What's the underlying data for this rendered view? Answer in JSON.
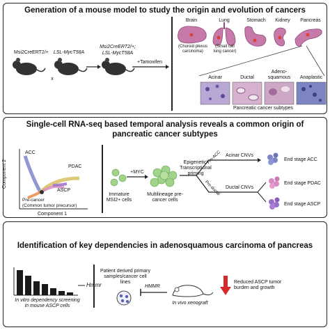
{
  "panel1": {
    "title": "Generation of a mouse model to study the origin and evolution of cancers",
    "mouse1": "Msi2CreERT2/+",
    "mouse2": "LSL-MycT58A",
    "times": "x",
    "mouse3a": "Msi2CreERT2/+;",
    "mouse3b": "LSL-MycT58A",
    "tamoxifen": "+Tamoxifen",
    "organs": [
      {
        "name": "Brain",
        "note": "(Choroid plexus\ncarcinoma)"
      },
      {
        "name": "Lung",
        "note": "(Small cell\nlung cancer)"
      },
      {
        "name": "Stomach",
        "note": ""
      },
      {
        "name": "Kidney",
        "note": ""
      },
      {
        "name": "Pancreas",
        "note": ""
      }
    ],
    "subtypes": [
      "Acinar",
      "Ductal",
      "Adeno-\nsquamous",
      "Anaplastic"
    ],
    "subtypes_caption": "Pancreatic cancer subtypes"
  },
  "panel2": {
    "title_line1": "Single-cell RNA-seq based temporal analysis reveals a common origin of",
    "title_line2": "pancreatic cancer subtypes",
    "plot": {
      "ylabel": "Component 2",
      "xlabel": "Component 1",
      "labels": [
        "ACC",
        "PDAC",
        "ASCP",
        "Pre-cancer\n(Common tumor precursor)"
      ]
    },
    "myc": "+MYC",
    "immature": "Immature\nMSI2+ cells",
    "multilineage": "Multilineage pre-\ncancer cells",
    "priming": "Epigenetic/\nTranscriptional\npriming",
    "pre_acc": "Pre-ACC",
    "pre_ductal": "Pre-ductal",
    "acinar_cnvs": "Acinar CNVs",
    "ductal_cnvs": "Ductal CNVs",
    "end_acc": "End stage ACC",
    "end_pdac": "End stage PDAC",
    "end_ascp": "End stage ASCP",
    "colors": {
      "acc": "#7b86c9",
      "pdac": "#d98bc2",
      "ascp": "#9b6fc8",
      "green": "#9fd48a"
    }
  },
  "panel3": {
    "title": "Identification of key dependencies in adenosquamous carcinoma of pancreas",
    "screen_caption": "In vitro dependency screening\nin mouse ASCP cells",
    "gene": "Hmmr",
    "patient": "Patient derived primary\nsamples/cancer cell\nlines",
    "inhibit": "HMMR",
    "xenograft": "In vivo xenograft",
    "result": "Reduced ASCP tumor\nburden and growth"
  }
}
